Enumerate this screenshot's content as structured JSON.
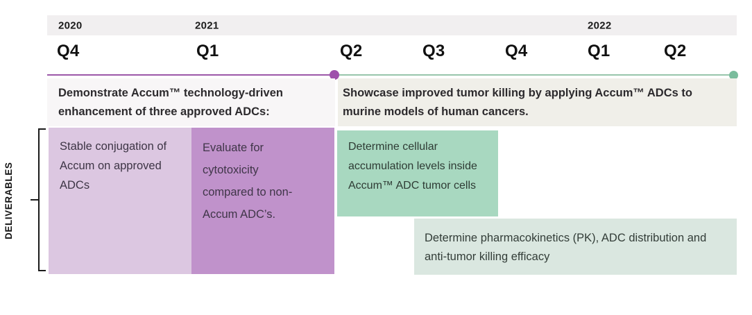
{
  "colors": {
    "year_band_bg": "#f1eff0",
    "phase1_line": "#9c57a8",
    "phase1_dot": "#9e50ab",
    "phase2_line": "#97c5ab",
    "phase2_dot": "#7abc9c",
    "objective1_bg": "#f8f6f7",
    "objective2_bg": "#f0efe9",
    "deliverable1_bg": "#dcc7e1",
    "deliverable2_bg": "#c092cb",
    "deliverable3_bg": "#a8d8c0",
    "deliverable4_bg": "#dae7e0"
  },
  "timeline": {
    "years": [
      {
        "label": "2020"
      },
      {
        "label": "2021"
      },
      {
        "label": "2022"
      }
    ],
    "quarters": [
      {
        "label": "Q4",
        "year": "2020"
      },
      {
        "label": "Q1",
        "year": "2021"
      },
      {
        "label": "Q2",
        "year": "2021"
      },
      {
        "label": "Q3",
        "year": "2021"
      },
      {
        "label": "Q4",
        "year": "2021"
      },
      {
        "label": "Q1",
        "year": "2022"
      },
      {
        "label": "Q2",
        "year": "2022"
      }
    ],
    "phases": [
      {
        "name": "phase-1-purple",
        "start": "2020 Q4",
        "end": "2021 Q2"
      },
      {
        "name": "phase-2-green",
        "start": "2021 Q2",
        "end": "2022 Q2"
      }
    ]
  },
  "objectives": [
    {
      "text": "Demonstrate Accum™ technology-driven enhancement of three approved ADCs:",
      "span": "2020 Q4 – 2021 Q2"
    },
    {
      "text": "Showcase improved tumor killing by applying Accum™ ADCs to murine models of human cancers.",
      "span": "2021 Q2 – 2022 Q2"
    }
  ],
  "sidebar_label": "DELIVERABLES",
  "deliverables": [
    {
      "text": "Stable conjugation of Accum on approved ADCs",
      "span": "2020 Q4"
    },
    {
      "text": "Evaluate for cytotoxicity compared to non-Accum ADC’s.",
      "span": "2021 Q1"
    },
    {
      "text": "Determine cellular accumulation levels inside Accum™ ADC tumor cells",
      "span": "2021 Q2 – 2021 Q3"
    },
    {
      "text": "Determine pharmacokinetics (PK), ADC distribution and anti-tumor killing efficacy",
      "span": "2021 Q3 – 2022 Q2"
    }
  ]
}
